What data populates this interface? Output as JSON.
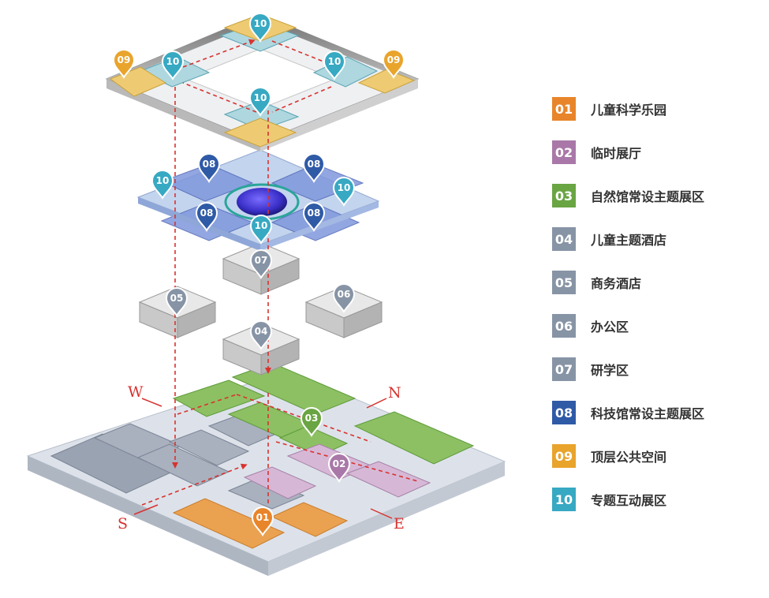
{
  "legend": [
    {
      "code": "01",
      "label": "儿童科学乐园",
      "color": "#e8852a"
    },
    {
      "code": "02",
      "label": "临时展厅",
      "color": "#a978a8"
    },
    {
      "code": "03",
      "label": "自然馆常设主题展区",
      "color": "#6aa543"
    },
    {
      "code": "04",
      "label": "儿童主题酒店",
      "color": "#8794a6"
    },
    {
      "code": "05",
      "label": "商务酒店",
      "color": "#8794a6"
    },
    {
      "code": "06",
      "label": "办公区",
      "color": "#8794a6"
    },
    {
      "code": "07",
      "label": "研学区",
      "color": "#8794a6"
    },
    {
      "code": "08",
      "label": "科技馆常设主题展区",
      "color": "#2f5aa6"
    },
    {
      "code": "09",
      "label": "顶层公共空间",
      "color": "#e9a42c"
    },
    {
      "code": "10",
      "label": "专题互动展区",
      "color": "#37a9c3"
    }
  ],
  "compass": {
    "north": "N",
    "south": "S",
    "east": "E",
    "west": "W"
  },
  "colors": {
    "route": "#d8332f",
    "base": "#d9dee6",
    "base_side": "#aeb6c2"
  }
}
